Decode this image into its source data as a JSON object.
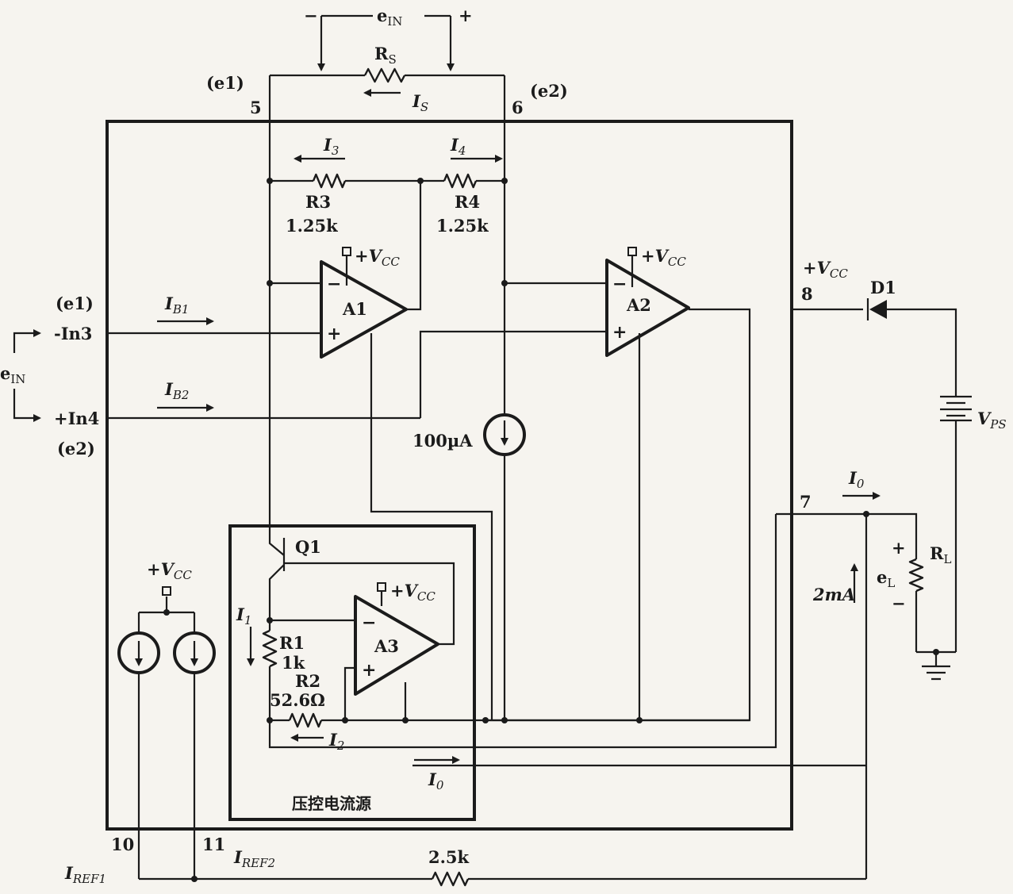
{
  "labels": {
    "ein_top": {
      "main": "e",
      "sub": "IN"
    },
    "ein_minus": "−",
    "ein_plus": "+",
    "rs": {
      "main": "R",
      "sub": "S"
    },
    "is": {
      "main": "I",
      "sub": "S"
    },
    "pin5": "5",
    "pin6": "6",
    "e1_top": "(e1)",
    "e2_top": "(e2)",
    "i3": {
      "main": "I",
      "sub": "3"
    },
    "i4": {
      "main": "I",
      "sub": "4"
    },
    "r3": "R3",
    "r3_value": "1.25k",
    "r4": "R4",
    "r4_value": "1.25k",
    "a1": "A1",
    "a2": "A2",
    "a3": "A3",
    "opamp_minus": "−",
    "opamp_plus": "+",
    "vcc": {
      "main": "+V",
      "sub": "CC"
    },
    "pin8": "8",
    "d1": "D1",
    "vps": {
      "main": "V",
      "sub": "PS"
    },
    "e1_left": "(e1)",
    "e2_left": "(e2)",
    "in3": "-In3",
    "in4": "+In4",
    "ein_left": {
      "main": "e",
      "sub": "IN"
    },
    "ib1": {
      "main": "I",
      "sub": "B1"
    },
    "ib2": {
      "main": "I",
      "sub": "B2"
    },
    "current_source": "100µA",
    "i0": {
      "main": "I",
      "sub": "0"
    },
    "pin7": "7",
    "rl": {
      "main": "R",
      "sub": "L"
    },
    "el": {
      "main": "e",
      "sub": "L"
    },
    "el_plus": "+",
    "el_minus": "−",
    "i_2ma": "2mA",
    "q1": "Q1",
    "i1": {
      "main": "I",
      "sub": "1"
    },
    "r1": "R1",
    "r1_value": "1k",
    "r2": "R2",
    "r2_value": "52.6Ω",
    "i2": {
      "main": "I",
      "sub": "2"
    },
    "block_title": "压控电流源",
    "pin10": "10",
    "pin11": "11",
    "iref1": {
      "main": "I",
      "sub": "REF1"
    },
    "iref2": {
      "main": "I",
      "sub": "REF2"
    },
    "r_ref": "2.5k"
  }
}
